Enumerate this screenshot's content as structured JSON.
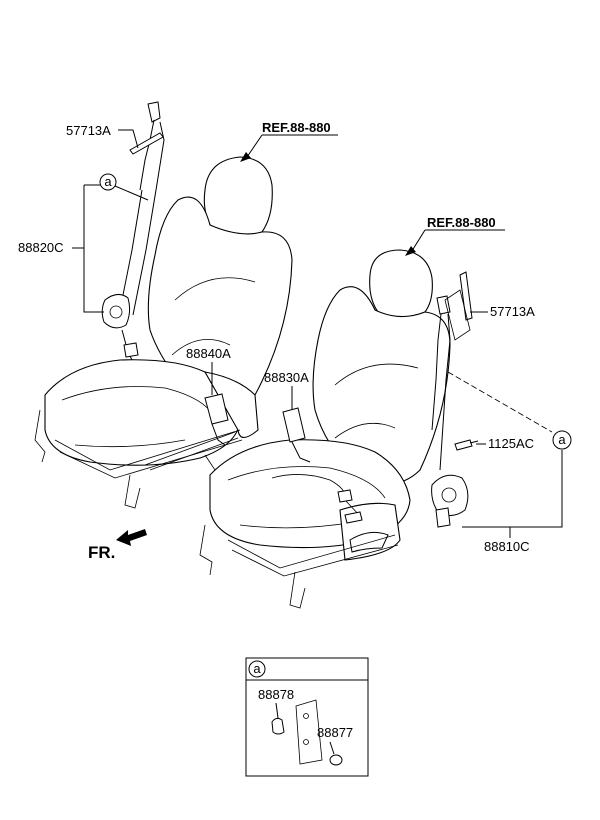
{
  "refs": {
    "left_seat": "REF.88-880",
    "right_seat": "REF.88-880"
  },
  "parts": {
    "anchor_left": "57713A",
    "retractor_left": "88820C",
    "buckle_left": "88840A",
    "buckle_right": "88830A",
    "anchor_right": "57713A",
    "bolt": "1125AC",
    "retractor_right": "88810C",
    "cap_a": "88878",
    "cap_b": "88877"
  },
  "markers": {
    "callout": "a",
    "detail_header": "a"
  },
  "direction": "FR."
}
